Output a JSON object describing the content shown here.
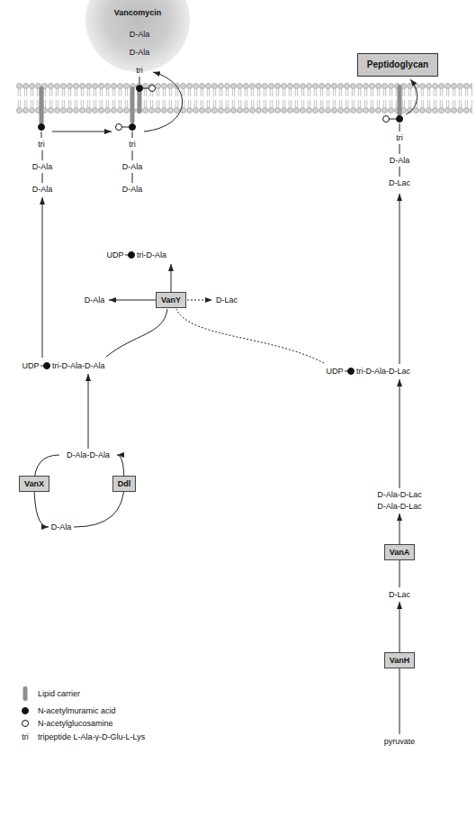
{
  "diagram": {
    "nodes": [
      {
        "text": [
          "Vancomycin"
        ]
      },
      {
        "text": [
          "Peptidoglycan"
        ]
      },
      {
        "text": [
          "VanY"
        ]
      },
      {
        "text": [
          "VanX"
        ]
      },
      {
        "text": [
          "Ddl"
        ]
      },
      {
        "text": [
          "VanA"
        ]
      },
      {
        "text": [
          "VanH"
        ]
      }
    ],
    "labels": [
      "D-Ala",
      "D-Ala",
      "tri",
      "tri",
      "D-Ala",
      "D-Ala",
      "tri",
      "D-Ala",
      "D-Ala",
      "tri",
      "D-Ala",
      "D-Lac",
      "UDP",
      "tri-D-Ala",
      "D-Ala",
      "D-Lac",
      "UDP",
      "tri-D-Ala-D-Ala",
      "UDP",
      "tri-D-Ala-D-Lac",
      "D-Ala-D-Ala",
      "D-Ala",
      "D-Ala-D-Lac",
      "D-Ala-D-Lac",
      "D-Lac",
      "pyruvate",
      "tri"
    ],
    "legend": [
      {
        "text": "Lipid carrier"
      },
      {
        "text": "N-acetylmuramic acid"
      },
      {
        "text": "N-acetylglucosamine"
      },
      {
        "text": "tripeptide L-Ala-γ-D-Glu-L-Lys"
      }
    ]
  }
}
